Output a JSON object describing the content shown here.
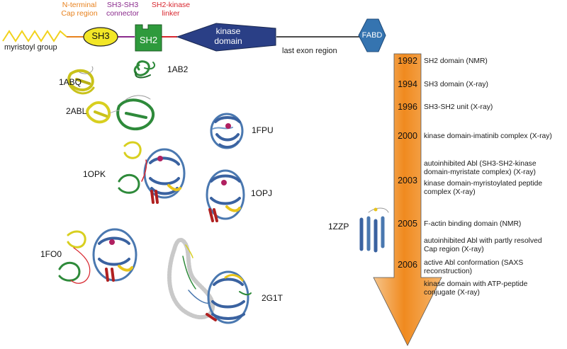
{
  "headers": {
    "n_terminal": "N-terminal\nCap region",
    "sh3_sh3": "SH3-SH3\nconnector",
    "sh2_kinase": "SH2-kinase\nlinker"
  },
  "domain_bar": {
    "sh3": "SH3",
    "sh2": "SH2",
    "kinase": "kinase\ndomain",
    "fabd": "FABD",
    "myristoyl": "myristoyl group",
    "last_exon": "last exon region"
  },
  "pdb_ids": {
    "1ab2": "1AB2",
    "1abq": "1ABQ",
    "2abl": "2ABL",
    "1fpu": "1FPU",
    "1opk": "1OPK",
    "1opj": "1OPJ",
    "1zzp": "1ZZP",
    "1fo0": "1FO0",
    "2g1t": "2G1T"
  },
  "timeline": [
    {
      "year": "1992",
      "events": [
        "SH2 domain (NMR)"
      ]
    },
    {
      "year": "1994",
      "events": [
        "SH3 domain (X-ray)"
      ]
    },
    {
      "year": "1996",
      "events": [
        "SH3-SH2 unit (X-ray)"
      ]
    },
    {
      "year": "2000",
      "events": [
        "kinase domain-imatinib complex (X-ray)"
      ]
    },
    {
      "year": "2003",
      "events": [
        "autoinhibited Abl (SH3-SH2-kinase\ndomain-myristate complex) (X-ray)",
        "kinase domain-myristoylated peptide\ncomplex (X-ray)"
      ]
    },
    {
      "year": "2005",
      "events": [
        "F-actin binding domain (NMR)"
      ]
    },
    {
      "year": "2006",
      "events": [
        "autoinhibited Abl with partly resolved\nCap region (X-ray)",
        "active Abl conformation (SAXS\nreconstruction)",
        "kinase domain with ATP-peptide\nconjugate (X-ray)"
      ]
    }
  ],
  "colors": {
    "sh3": "#f2e627",
    "sh2": "#2e9a3c",
    "kinase": "#2a3f86",
    "fabd": "#3574b0",
    "arrow": "#f08a1f",
    "cap_label": "#e8821e",
    "connector_label": "#8a2a8c",
    "linker_label": "#d8262e",
    "helix": "#4a78b0",
    "sh2_ribbon": "#2e8a3a",
    "sh3_ribbon": "#c9c21a",
    "red_ribbon": "#b02020"
  }
}
